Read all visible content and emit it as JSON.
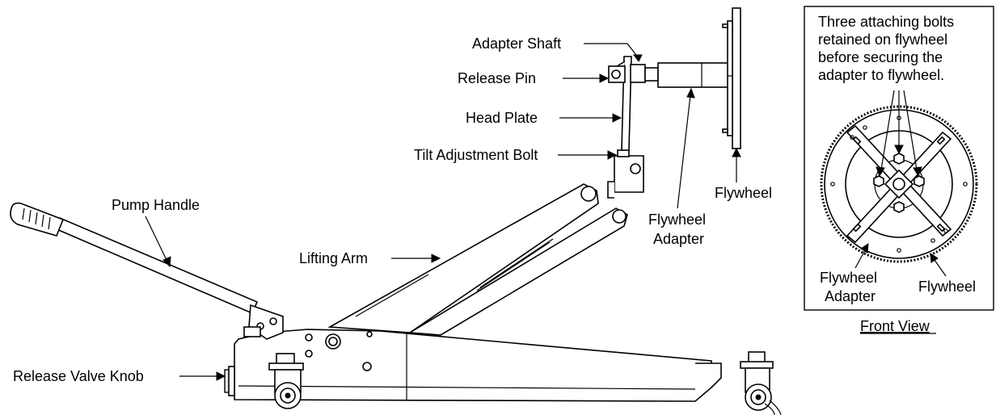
{
  "labels": {
    "adapter_shaft": "Adapter Shaft",
    "release_pin": "Release Pin",
    "head_plate": "Head Plate",
    "tilt_adjustment_bolt": "Tilt Adjustment Bolt",
    "flywheel_side": "Flywheel",
    "flywheel_adapter_line1": "Flywheel",
    "flywheel_adapter_line2": "Adapter",
    "pump_handle": "Pump Handle",
    "lifting_arm": "Lifting Arm",
    "release_valve_knob": "Release Valve Knob"
  },
  "inset": {
    "note_lines": [
      "Three attaching bolts",
      "retained on flywheel",
      "before securing the",
      "adapter to flywheel."
    ],
    "adapter_line1": "Flywheel",
    "adapter_line2": "Adapter",
    "flywheel": "Flywheel",
    "caption": "Front View"
  }
}
